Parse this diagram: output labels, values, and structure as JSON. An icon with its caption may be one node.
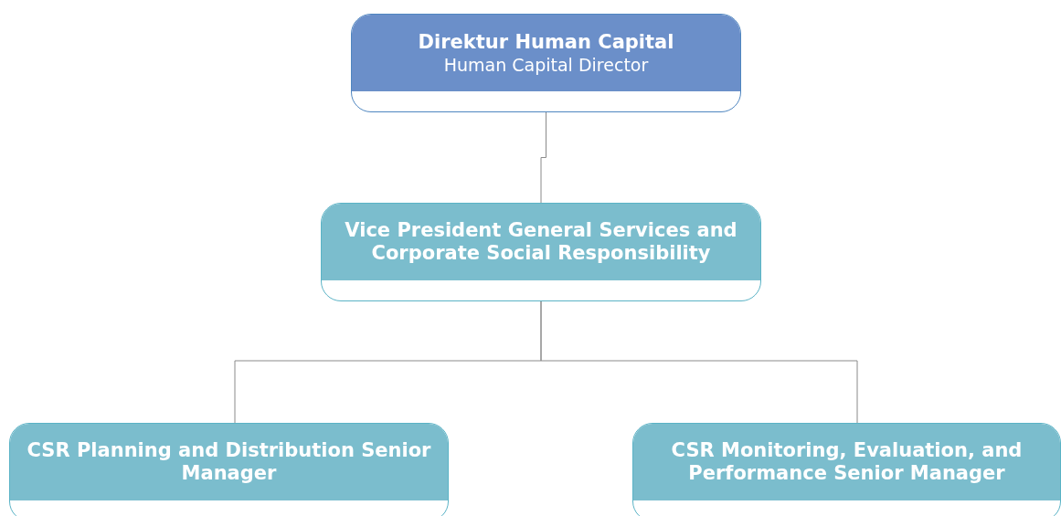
{
  "diagram": {
    "nodes": [
      {
        "text": [
          "Direktur Human Capital",
          "Human Capital Director"
        ]
      },
      {
        "text": [
          "Vice President General Services and Corporate Social Responsibility"
        ]
      },
      {
        "text": [
          "CSR Planning and Distribution Senior Manager"
        ]
      },
      {
        "text": [
          "CSR Monitoring, Evaluation, and Performance Senior Manager"
        ]
      }
    ],
    "edges": [
      {
        "from": 0,
        "to": 1,
        "arrow": "none"
      },
      {
        "from": 1,
        "to": 2,
        "arrow": "none"
      },
      {
        "from": 1,
        "to": 3,
        "arrow": "none"
      }
    ]
  }
}
